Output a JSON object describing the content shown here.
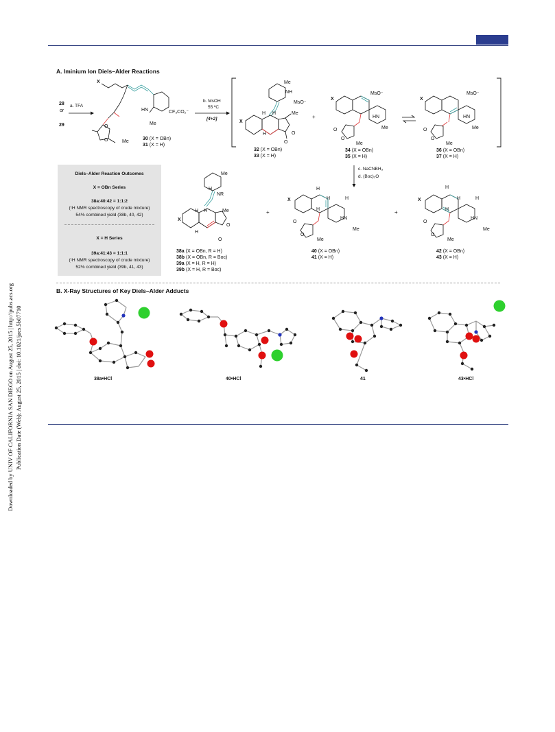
{
  "sidebar": {
    "line1": "Downloaded by UNIV OF CALIFORNIA SAN DIEGO on August 25, 2015 | http://pubs.acs.org",
    "line2": "Publication Date (Web): August 25, 2015 | doi: 10.1021/jacs.5b07710"
  },
  "section_a": {
    "title": "A. Iminium Ion Diels–Alder Reactions",
    "start_28": "28",
    "start_or": "or",
    "start_29": "29",
    "step_a": "a. TFA",
    "step_b": "b. MsOH",
    "step_b_temp": "55 ºC",
    "step_b_type": "[4+2]",
    "step_c": "c. NaCNBH₃",
    "step_d": "d. (Boc)₂O",
    "counterion": "CF₃CO₂⁻",
    "mso": "MsO⁻",
    "cmpd_30": "30",
    "cmpd_30_desc": "(X = OBn)",
    "cmpd_31": "31",
    "cmpd_31_desc": "(X = H)",
    "cmpd_32": "32",
    "cmpd_32_desc": "(X = OBn)",
    "cmpd_33": "33",
    "cmpd_33_desc": "(X = H)",
    "cmpd_34": "34",
    "cmpd_34_desc": "(X = OBn)",
    "cmpd_35": "35",
    "cmpd_35_desc": "(X = H)",
    "cmpd_36": "36",
    "cmpd_36_desc": "(X = OBn)",
    "cmpd_37": "37",
    "cmpd_37_desc": "(X = H)",
    "cmpd_38a": "38a",
    "cmpd_38a_desc": "(X = OBn, R = H)",
    "cmpd_38b": "38b",
    "cmpd_38b_desc": "(X = OBn, R = Boc)",
    "cmpd_39a": "39a",
    "cmpd_39a_desc": "(X = H, R = H)",
    "cmpd_39b": "39b",
    "cmpd_39b_desc": "(X = H, R = Boc)",
    "cmpd_40": "40",
    "cmpd_40_desc": "(X = OBn)",
    "cmpd_41": "41",
    "cmpd_41_desc": "(X = H)",
    "cmpd_42": "42",
    "cmpd_42_desc": "(X = OBn)",
    "cmpd_43": "43",
    "cmpd_43_desc": "(X = H)",
    "atom_x": "X",
    "atom_h": "H",
    "atom_o": "O",
    "atom_me": "Me",
    "atom_hn": "HN",
    "atom_nh": "NH",
    "atom_nr": "NR",
    "plus_sign": "+",
    "outcomes_box": {
      "title": "Diels–Alder Reaction Outcomes",
      "obn_header": "X = OBn Series",
      "obn_ratio": "38a:40:42 = 1:1:2",
      "obn_method": "(¹H NMR spectroscopy of crude mixture)",
      "obn_yield": "54% combined yield (38b, 40, 42)",
      "h_header": "X = H Series",
      "h_ratio": "39a:41:43 = 1:1:1",
      "h_method": "(¹H NMR spectroscopy of crude mixture)",
      "h_yield": "52% combined yield (39b, 41, 43)"
    }
  },
  "section_b": {
    "title": "B. X-Ray Structures of Key Diels–Alder Adducts",
    "structures": [
      {
        "label": "38a•HCl"
      },
      {
        "label": "40•HCl"
      },
      {
        "label": "41"
      },
      {
        "label": "43•HCl"
      }
    ]
  },
  "colors": {
    "rule": "#2a3a7c",
    "tab": "#2b3d8f",
    "red_bond": "#e03a3a",
    "teal_bond": "#3aa0a0",
    "oxygen": "#e01010",
    "chloride": "#2ed02e",
    "nitrogen": "#2233bb"
  }
}
